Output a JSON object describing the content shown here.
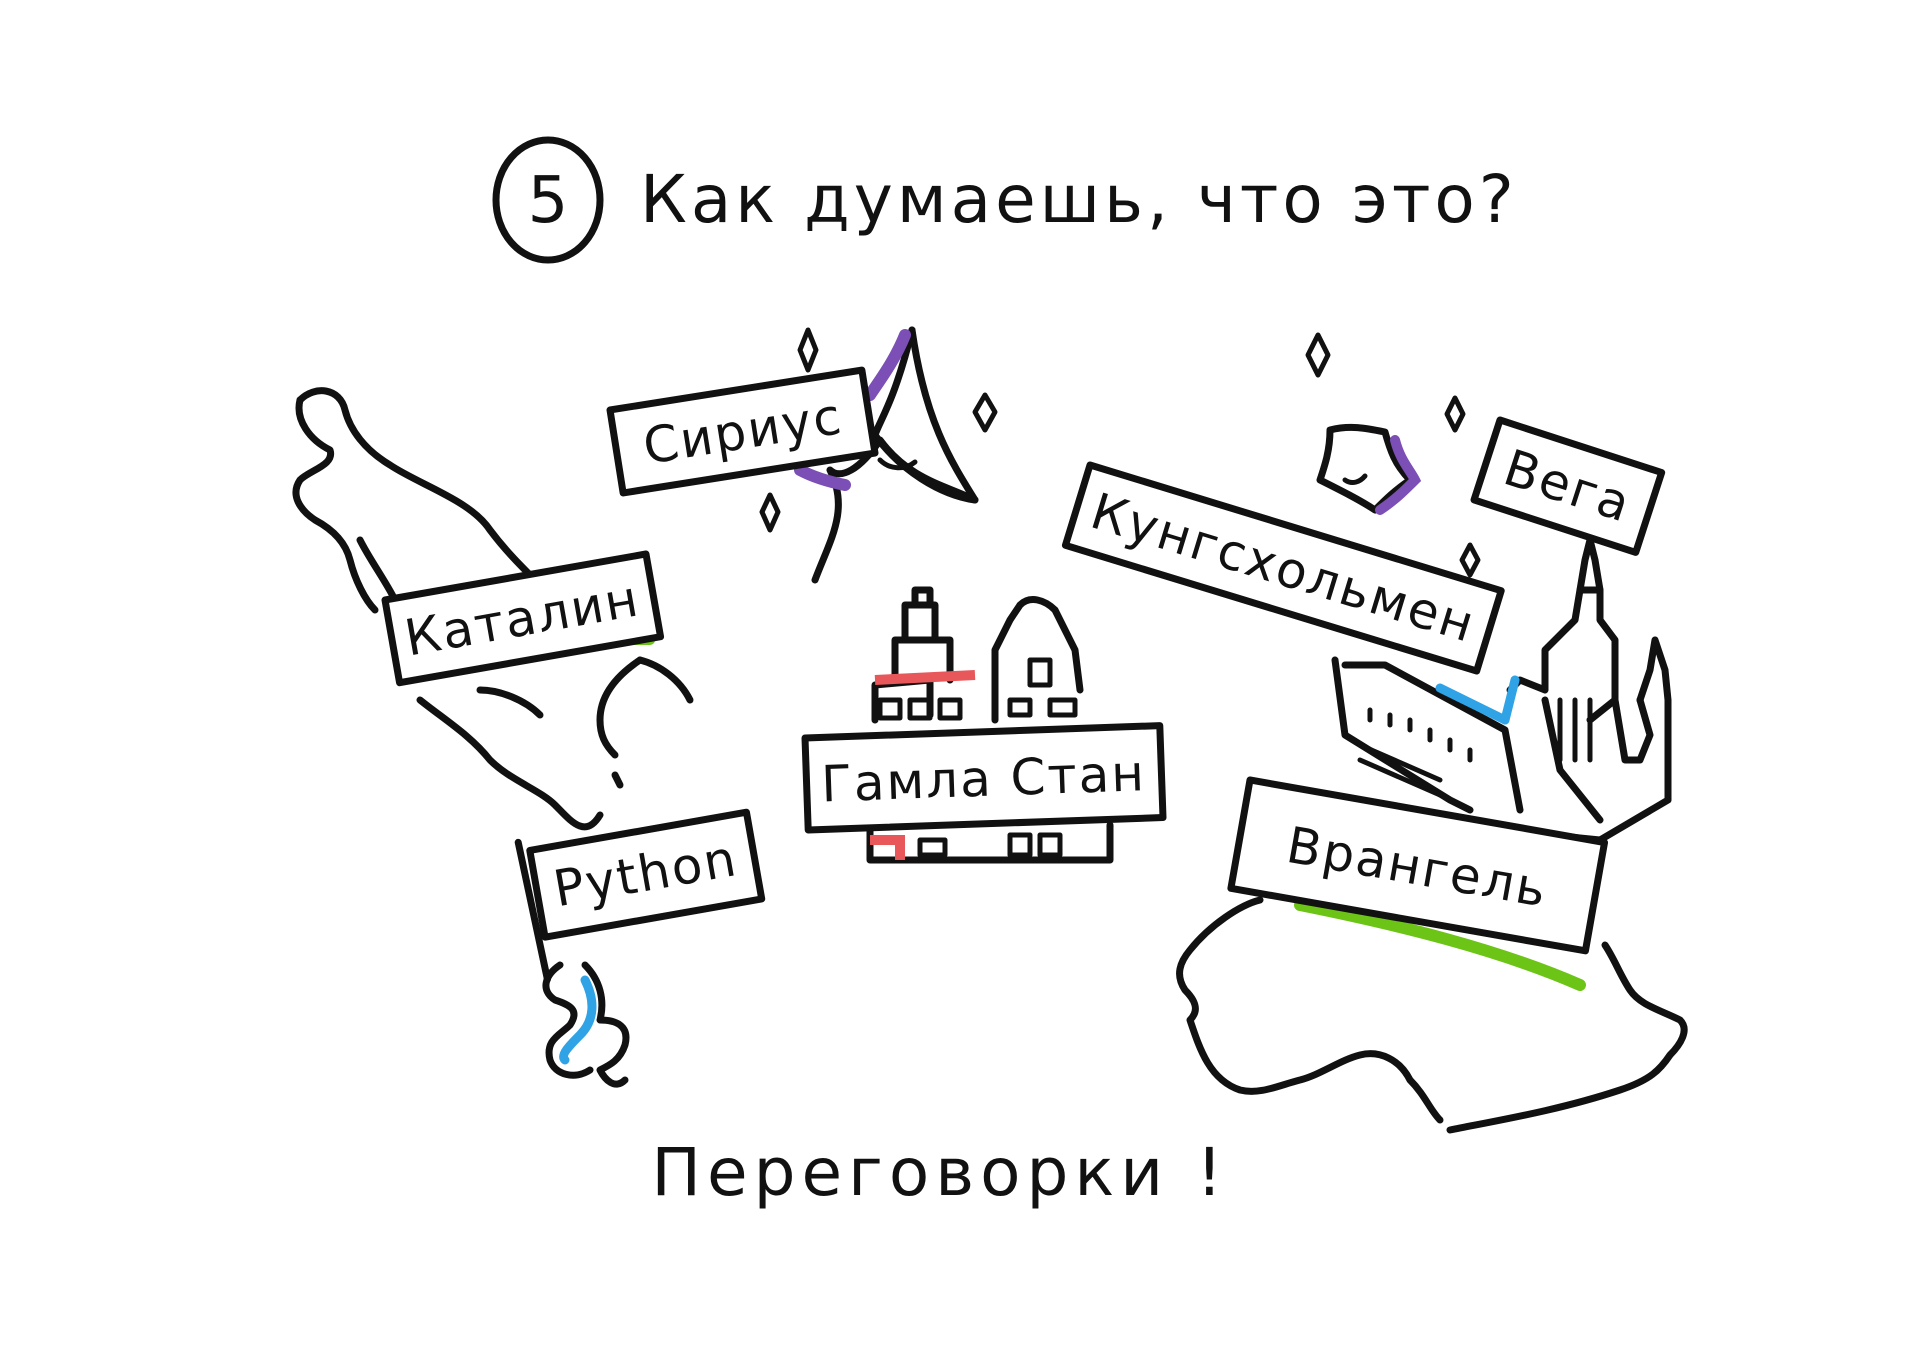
{
  "title": {
    "number": "5",
    "question": "Как думаешь, что это?"
  },
  "labels": {
    "catalina": "Каталин",
    "sirius": "Сириус",
    "kungsholmen": "Кунгсхольмен",
    "vega": "Вега",
    "gamla_stan": "Гамла Стан",
    "python": "Python",
    "wrangel": "Врангель"
  },
  "footer": {
    "answer": "Переговорки !"
  },
  "colors": {
    "ink": "#111111",
    "green": "#6cc417",
    "purple": "#7b4fb5",
    "blue": "#2fa3e6",
    "red": "#e8575a"
  }
}
